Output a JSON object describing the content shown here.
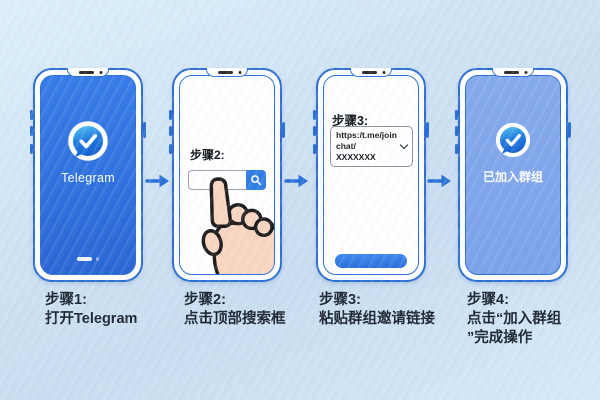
{
  "infographic": {
    "topic": "telegram-join-group-steps",
    "language": "zh-CN"
  },
  "colors": {
    "background": "#cfe2f3",
    "phone_outline": "#2b6fd4",
    "splash_screen_blue": "#2e70de",
    "joined_screen_blue": "#7ba1e8",
    "accent_blue": "#2e7de5",
    "arrow_blue": "#2a6fd6",
    "caption_text": "#1b2430",
    "hand_skin": "#f9d5c0",
    "logo_gradient_top": "#55c8f2",
    "logo_gradient_bottom": "#1863cf"
  },
  "icons": {
    "logo": "telegram-check-bubble-icon",
    "search": "magnifier-icon",
    "chevron": "chevron-down-icon",
    "arrow": "right-arrow-icon",
    "hand": "pointing-hand-icon"
  },
  "steps": [
    {
      "caption_lines": [
        "步骤1:",
        "打开Telegram"
      ],
      "screen": {
        "type": "telegram-splash",
        "app_name": "Telegram"
      }
    },
    {
      "caption_lines": [
        "步骤2:",
        "点击顶部搜索框"
      ],
      "screen": {
        "type": "search",
        "label": "步骤2:"
      }
    },
    {
      "caption_lines": [
        "步骤3:",
        "粘贴群组邀请链接"
      ],
      "screen": {
        "type": "invite-link",
        "label": "步骤3:",
        "link_line1": "https:/t.me/joinchat/",
        "link_line2": "XXXXXXX"
      }
    },
    {
      "caption_lines": [
        "步骤4:",
        "点击“加入群组",
        "”完成操作"
      ],
      "screen": {
        "type": "joined",
        "label": "已加入群组"
      }
    }
  ]
}
